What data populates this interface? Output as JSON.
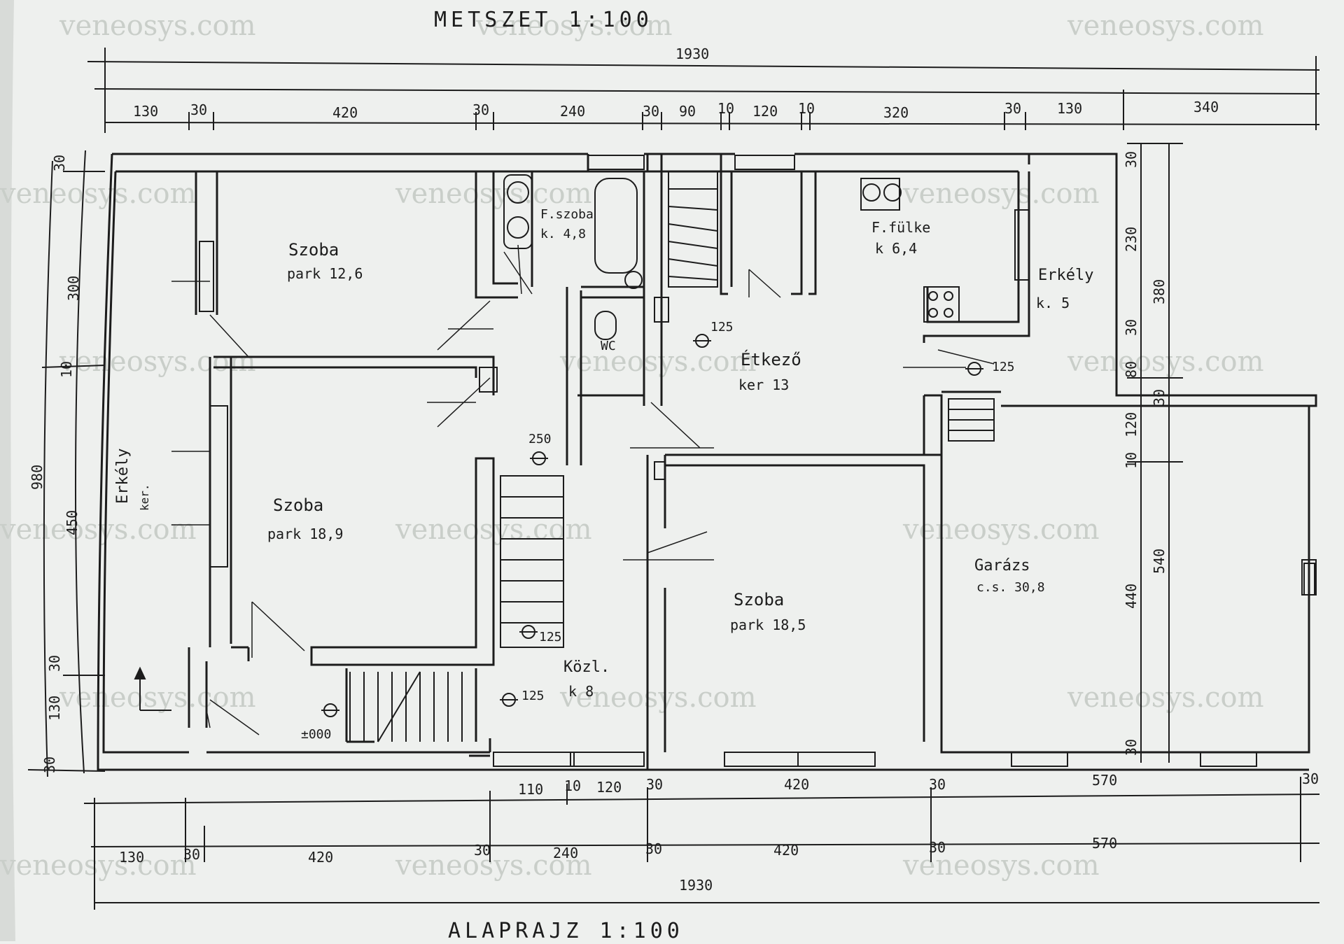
{
  "title_top": "METSZET 1:100",
  "title_bottom": "ALAPRAJZ 1:100",
  "watermark": "veneosys.com",
  "total_width": "1930",
  "top_dims": [
    "130",
    "30",
    "420",
    "30",
    "240",
    "30",
    "90",
    "10",
    "120",
    "10",
    "320",
    "30",
    "130",
    "340"
  ],
  "bottom_dims_inner": [
    "110",
    "10",
    "120",
    "30",
    "420",
    "30",
    "570",
    "30"
  ],
  "bottom_dims_outer": [
    "130",
    "30",
    "420",
    "30",
    "240",
    "30",
    "420",
    "30",
    "570"
  ],
  "left_dims": [
    "30",
    "300",
    "10",
    "980",
    "450",
    "30",
    "130",
    "30"
  ],
  "right_dims": [
    "30",
    "230",
    "380",
    "30",
    "80",
    "30",
    "120",
    "10",
    "540",
    "440",
    "30"
  ],
  "rooms": [
    {
      "name": "Szoba",
      "area": "park 12,6"
    },
    {
      "name": "F.szoba",
      "area": "k. 4,8"
    },
    {
      "name": "F.fülke",
      "area": "k 6,4"
    },
    {
      "name": "Erkély",
      "area": "k. 5"
    },
    {
      "name": "WC",
      "area": ""
    },
    {
      "name": "Étkező",
      "area": "ker 13"
    },
    {
      "name": "Erkély",
      "area": "ker."
    },
    {
      "name": "Szoba",
      "area": "park 18,9"
    },
    {
      "name": "Szoba",
      "area": "park 18,5"
    },
    {
      "name": "Garázs",
      "area": "c.s. 30,8"
    },
    {
      "name": "Közl.",
      "area": "k 8"
    }
  ],
  "levels": [
    "125",
    "125",
    "250",
    "125",
    "125",
    "±000"
  ],
  "colors": {
    "paper": "#eef0ee",
    "ink": "#1c1c1c",
    "watermark": "#c9cec9"
  }
}
